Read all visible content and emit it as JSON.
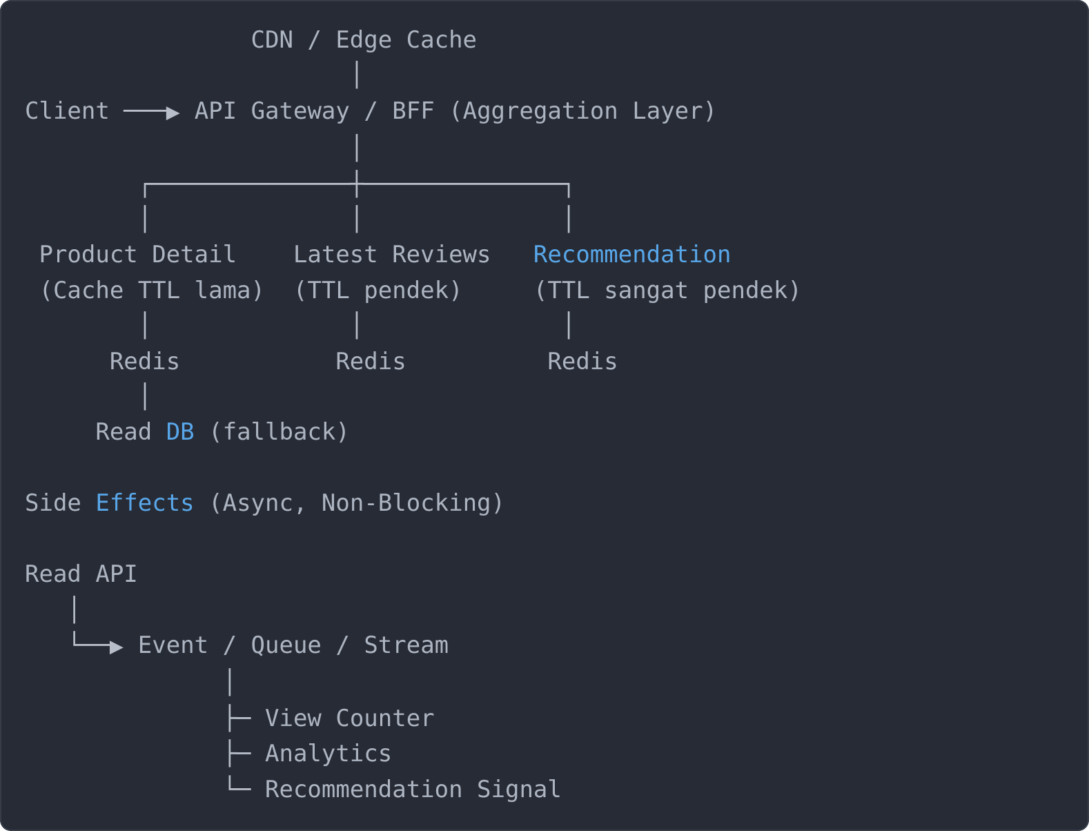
{
  "theme": {
    "page_bg": "#ffffff",
    "panel_bg": "#272b35",
    "panel_outline": "#363d49",
    "text": "#adb5c2",
    "line": "#b7bec9",
    "accent": "#58a7ea"
  },
  "diagram": {
    "description": "Read-path caching architecture diagram rendered as monospace box-drawing art",
    "lines": [
      {
        "segments": [
          {
            "t": "                CDN / Edge Cache"
          }
        ]
      },
      {
        "segments": [
          {
            "t": "                       │",
            "c": "line"
          }
        ]
      },
      {
        "segments": [
          {
            "t": "Client "
          },
          {
            "t": "───",
            "c": "line"
          },
          {
            "t": "▶",
            "c": "ah"
          },
          {
            "t": " API Gateway / BFF (Aggregation Layer)"
          }
        ]
      },
      {
        "segments": [
          {
            "t": "                       │",
            "c": "line"
          }
        ]
      },
      {
        "segments": [
          {
            "t": "        ┌──────────────┼──────────────┐",
            "c": "line"
          }
        ]
      },
      {
        "segments": [
          {
            "t": "        │              │              │",
            "c": "line"
          }
        ]
      },
      {
        "segments": [
          {
            "t": " Product Detail    Latest Reviews   "
          },
          {
            "t": "Recommendation",
            "c": "accent"
          }
        ]
      },
      {
        "segments": [
          {
            "t": " (Cache TTL lama)  (TTL pendek)     (TTL sangat pendek)"
          }
        ]
      },
      {
        "segments": [
          {
            "t": "        │              │              │",
            "c": "line"
          }
        ]
      },
      {
        "segments": [
          {
            "t": "      Redis           Redis          Redis"
          }
        ]
      },
      {
        "segments": [
          {
            "t": "        │",
            "c": "line"
          }
        ]
      },
      {
        "segments": [
          {
            "t": "     Read "
          },
          {
            "t": "DB",
            "c": "accent"
          },
          {
            "t": " (fallback)"
          }
        ]
      },
      {
        "segments": [
          {
            "t": " "
          }
        ]
      },
      {
        "segments": [
          {
            "t": "Side "
          },
          {
            "t": "Effects",
            "c": "accent"
          },
          {
            "t": " (Async, Non-Blocking)"
          }
        ]
      },
      {
        "segments": [
          {
            "t": " "
          }
        ]
      },
      {
        "segments": [
          {
            "t": "Read API"
          }
        ]
      },
      {
        "segments": [
          {
            "t": "   │",
            "c": "line"
          }
        ]
      },
      {
        "segments": [
          {
            "t": "   └──",
            "c": "line"
          },
          {
            "t": "▶",
            "c": "ah"
          },
          {
            "t": " Event / Queue / Stream"
          }
        ]
      },
      {
        "segments": [
          {
            "t": "              │",
            "c": "line"
          }
        ]
      },
      {
        "segments": [
          {
            "t": "              ├─ ",
            "c": "line"
          },
          {
            "t": "View Counter"
          }
        ]
      },
      {
        "segments": [
          {
            "t": "              ├─ ",
            "c": "line"
          },
          {
            "t": "Analytics"
          }
        ]
      },
      {
        "segments": [
          {
            "t": "              └─ ",
            "c": "line"
          },
          {
            "t": "Recommendation Signal"
          }
        ]
      }
    ]
  }
}
